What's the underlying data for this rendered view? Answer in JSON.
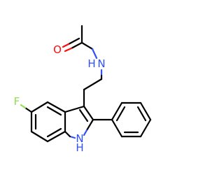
{
  "molecule": {
    "atoms": {
      "oxygen": {
        "label": "O",
        "color": "#ff0d0d"
      },
      "amide_n": {
        "label": "N",
        "color": "#3050f8"
      },
      "amide_h": {
        "label": "H",
        "color": "#3050f8"
      },
      "fluorine": {
        "label": "F",
        "color": "#90e050"
      },
      "indole_n": {
        "label": "N",
        "color": "#3050f8"
      },
      "indole_h": {
        "label": "H",
        "color": "#3050f8"
      }
    },
    "bond_color": "#000000"
  }
}
